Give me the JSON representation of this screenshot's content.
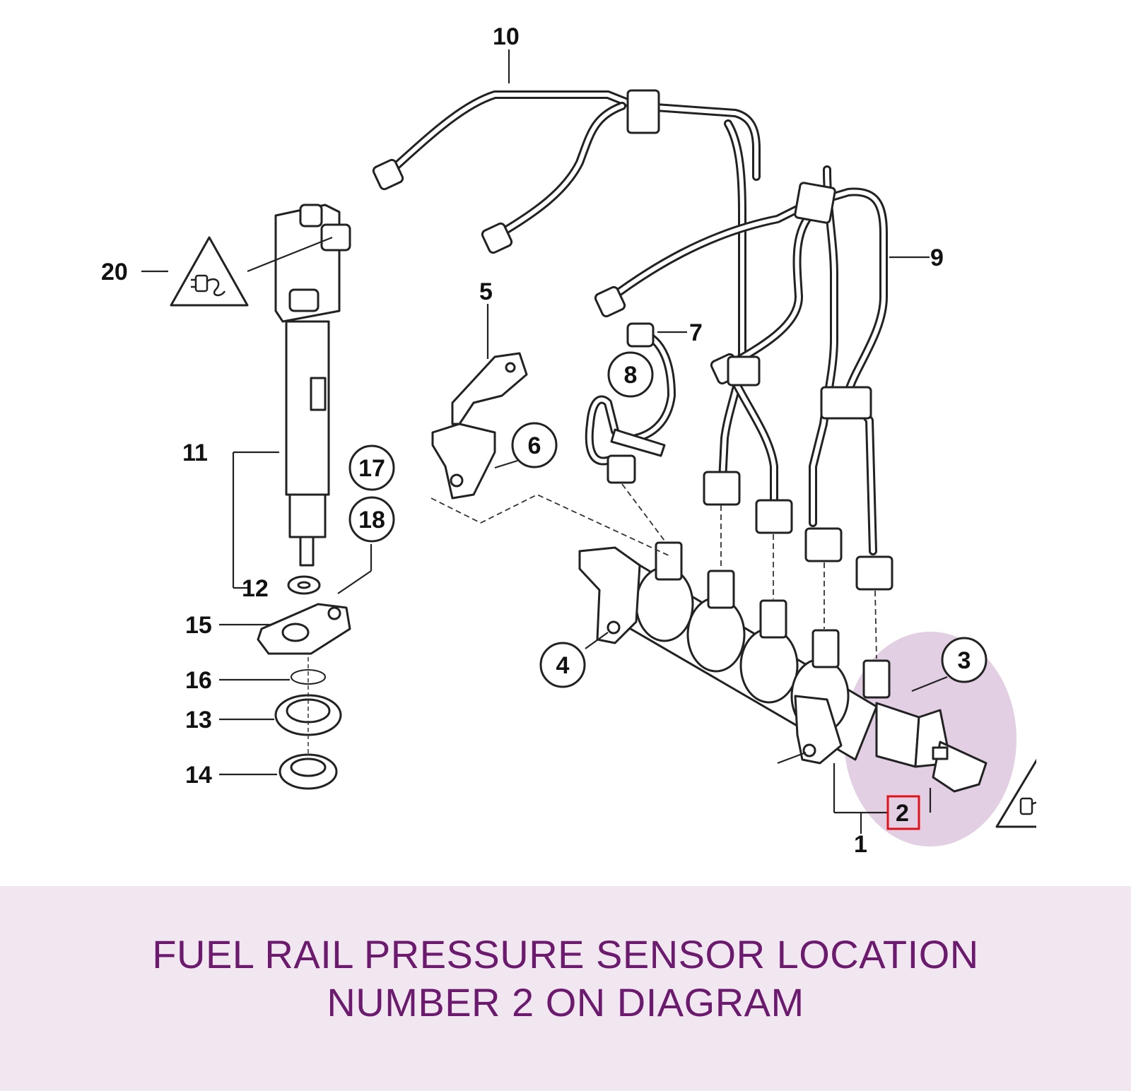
{
  "diagram": {
    "labels": {
      "p1": "1",
      "p2": "2",
      "p3": "3",
      "p4": "4",
      "p5": "5",
      "p6": "6",
      "p7": "7",
      "p8": "8",
      "p9": "9",
      "p10": "10",
      "p11": "11",
      "p12": "12",
      "p13": "13",
      "p14": "14",
      "p15": "15",
      "p16": "16",
      "p17": "17",
      "p18": "18",
      "p20": "20"
    },
    "highlight_color": "#e3cfe3",
    "marker_color": "#e0121a"
  },
  "caption": {
    "line1": "FUEL RAIL PRESSURE SENSOR LOCATION",
    "line2": "NUMBER 2 ON DIAGRAM"
  }
}
